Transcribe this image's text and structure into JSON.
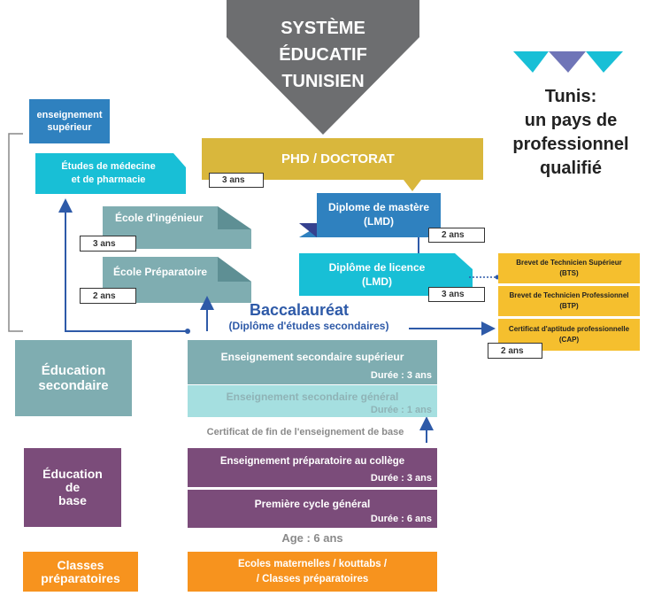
{
  "title": {
    "line1": "SYSTÈME",
    "line2": "ÉDUCATIF",
    "line3": "TUNISIEN"
  },
  "slogan": {
    "line1": "Tunis:",
    "line2": "un pays de",
    "line3": "professionnel",
    "line4": "qualifié"
  },
  "superior": {
    "label": "enseignement supérieur",
    "medicine": {
      "line1": "Études de médecine",
      "line2": "et de pharmacie"
    },
    "engineer": "École d'ingénieur",
    "engineer_duration": "3 ans",
    "prep": "École Préparatoire",
    "prep_duration": "2 ans",
    "phd": "PHD / DOCTORAT",
    "phd_duration": "3 ans",
    "master": {
      "line1": "Diplome de mastère",
      "line2": "(LMD)"
    },
    "master_duration": "2 ans",
    "licence": {
      "line1": "Diplôme de licence",
      "line2": "(LMD)"
    },
    "licence_duration": "3 ans"
  },
  "professional": {
    "bts": {
      "line1": "Brevet de Technicien Supérieur",
      "line2": "(BTS)"
    },
    "btp": {
      "line1": "Brevet de Technicien Professionnel",
      "line2": "(BTP)"
    },
    "cap": {
      "line1": "Certificat d'aptitude professionnelle",
      "line2": "(CAP)"
    },
    "duration": "2 ans"
  },
  "bac": {
    "title": "Baccalauréat",
    "subtitle": "(Diplôme d'études secondaires)"
  },
  "secondary": {
    "label": {
      "line1": "Éducation",
      "line2": "secondaire"
    },
    "upper": {
      "title": "Enseignement secondaire supérieur",
      "duration": "Durée : 3 ans"
    },
    "general": {
      "title": "Enseignement secondaire général",
      "duration": "Durée : 1 ans"
    },
    "certificate": "Certificat de fin de l'enseignement de base"
  },
  "basic": {
    "label": {
      "line1": "Éducation",
      "line2": "de",
      "line3": "base"
    },
    "college": {
      "title": "Enseignement préparatoire au collège",
      "duration": "Durée : 3 ans"
    },
    "primary": {
      "title": "Première cycle général",
      "duration": "Durée : 6 ans"
    },
    "age": "Age : 6 ans"
  },
  "preparatory": {
    "label": {
      "line1": "Classes",
      "line2": "préparatoires"
    },
    "box": {
      "line1": "Ecoles maternelles / kouttabs /",
      "line2": "/ Classes préparatoires"
    }
  },
  "colors": {
    "grey_diamond": "#6d6e70",
    "teal": "#18bfd6",
    "light_blue_dark": "#2f81bf",
    "navy": "#35418f",
    "gold": "#d9b73c",
    "yellow": "#f5bf2e",
    "sage": "#7fadb1",
    "light_teal": "#a5dfe0",
    "purple": "#7b4c7a",
    "orange": "#f7931e",
    "blue_text": "#2e5aa8"
  }
}
